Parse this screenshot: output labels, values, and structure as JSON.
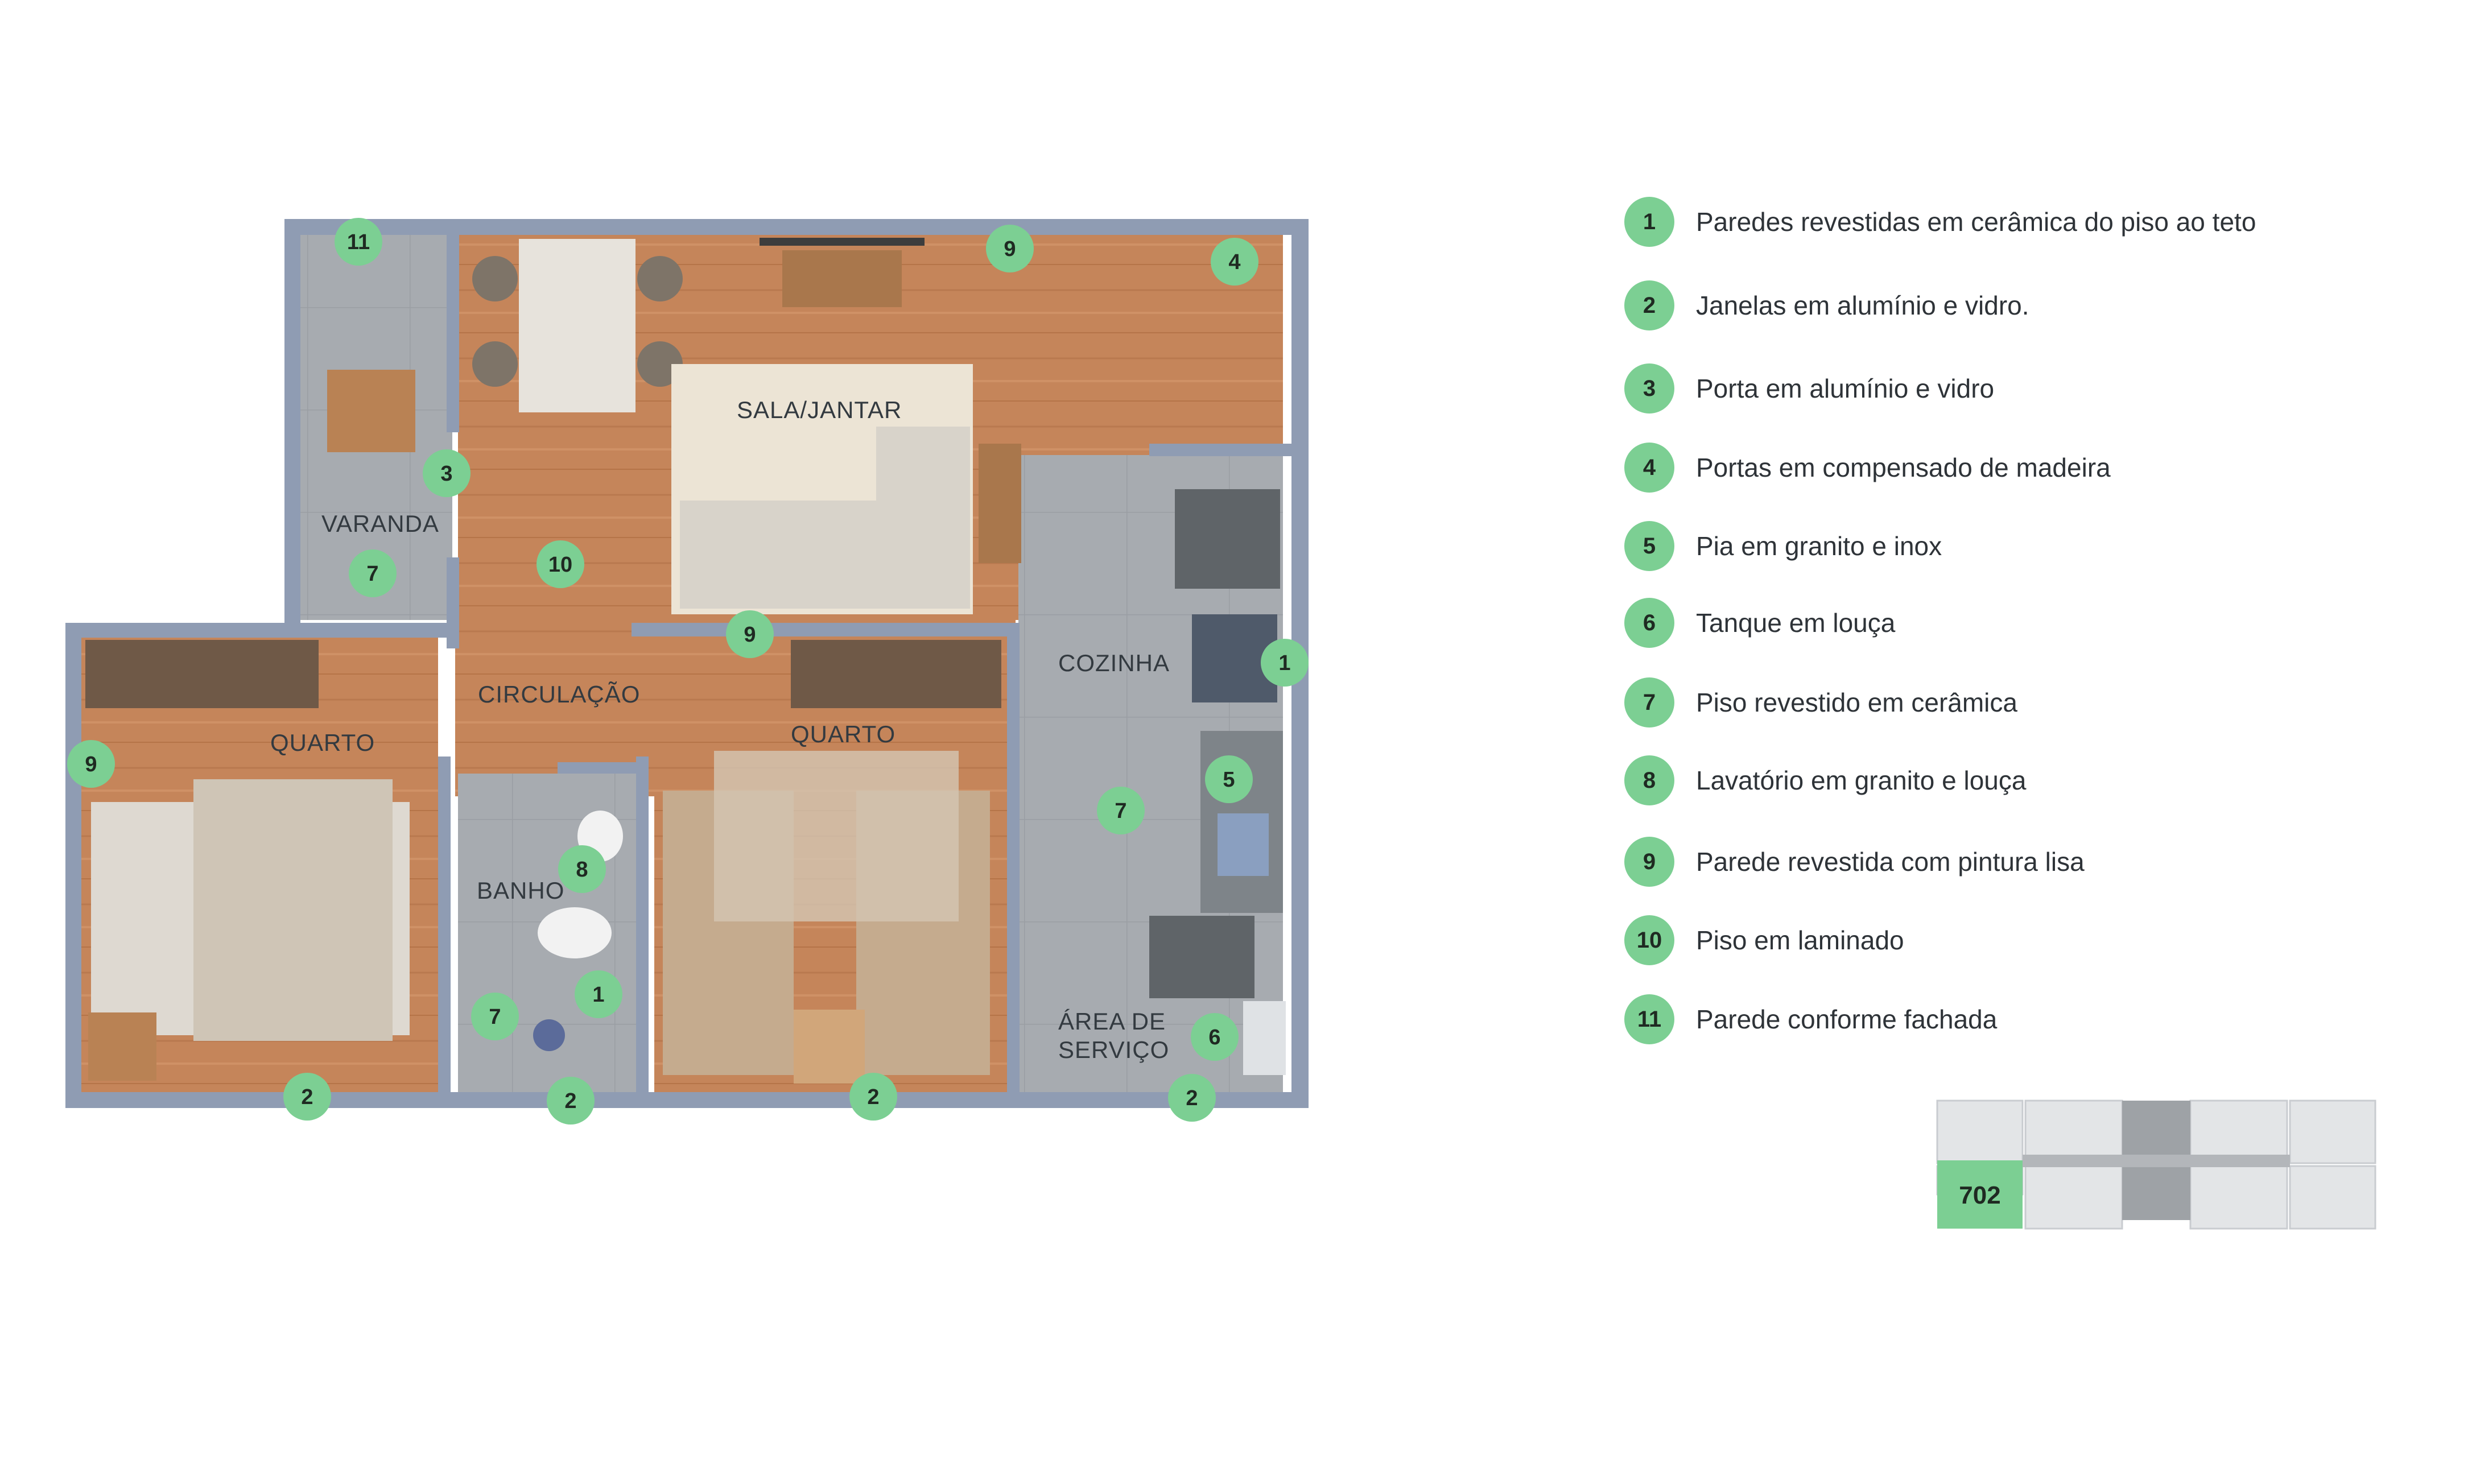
{
  "colors": {
    "accent": "#7ccf93",
    "wall": "#8f9cb3",
    "wood_floor": "#c7875a",
    "tile_floor": "#a5a9ae",
    "text": "#2e3338"
  },
  "rooms": {
    "varanda": "VARANDA",
    "sala": "SALA/JANTAR",
    "circulacao": "CIRCULAÇÃO",
    "cozinha": "COZINHA",
    "quarto1": "QUARTO",
    "quarto2": "QUARTO",
    "banho": "BANHO",
    "area_line1": "ÁREA DE",
    "area_line2": "SERVIÇO"
  },
  "markers": {
    "m11": "11",
    "m9_top": "9",
    "m4": "4",
    "m3": "3",
    "m7_varanda": "7",
    "m10": "10",
    "m9_mid": "9",
    "m1_kitchen": "1",
    "m9_left": "9",
    "m5": "5",
    "m7_kitchen": "7",
    "m8": "8",
    "m1_bath": "1",
    "m7_bath": "7",
    "m6": "6",
    "m2_a": "2",
    "m2_b": "2",
    "m2_c": "2",
    "m2_d": "2"
  },
  "legend": [
    {
      "num": "1",
      "text": "Paredes revestidas em cerâmica do piso ao teto"
    },
    {
      "num": "2",
      "text": "Janelas em alumínio e vidro."
    },
    {
      "num": "3",
      "text": "Porta em alumínio e vidro"
    },
    {
      "num": "4",
      "text": "Portas em compensado de madeira"
    },
    {
      "num": "5",
      "text": "Pia em granito e inox"
    },
    {
      "num": "6",
      "text": "Tanque em louça"
    },
    {
      "num": "7",
      "text": "Piso revestido em cerâmica"
    },
    {
      "num": "8",
      "text": "Lavatório em granito e louça"
    },
    {
      "num": "9",
      "text": "Parede revestida com pintura lisa"
    },
    {
      "num": "10",
      "text": "Piso em laminado"
    },
    {
      "num": "11",
      "text": "Parede conforme fachada"
    }
  ],
  "key_plan": {
    "unit": "702"
  }
}
